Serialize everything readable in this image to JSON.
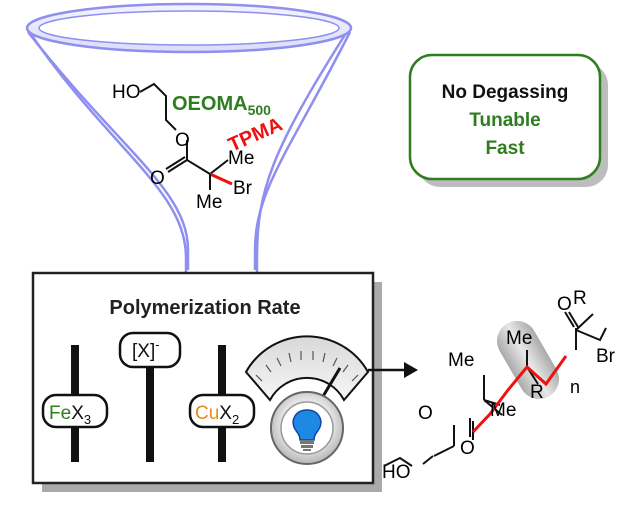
{
  "funnel": {
    "hydroxyl_label": "HO",
    "monomer_label": "OEOMA",
    "monomer_subscript": "500",
    "ligand_label": "TPMA",
    "carbonyl_o_label": "O",
    "ester_o_label": "O",
    "methyl_top_label": "Me",
    "methyl_bottom_label": "Me",
    "bromo_label": "Br"
  },
  "features": {
    "line1": "No Degassing",
    "line2": "Tunable",
    "line3": "Fast"
  },
  "rate_panel": {
    "title": "Polymerization Rate",
    "iron_label": "Fe",
    "iron_x": "X",
    "iron_sub": "3",
    "halide_label": "[X]",
    "halide_sup": "-",
    "copper_label": "Cu",
    "copper_x": "X",
    "copper_sub": "2"
  },
  "product": {
    "ester_o_label": "O",
    "ester_r_label": "R",
    "methyl_label": "Me",
    "bromo_label": "Br",
    "side_r_label": "R",
    "n_label": "n",
    "gem_me_top": "Me",
    "gem_me_bottom": "Me",
    "ester_o_link": "O",
    "carbonyl_o": "O",
    "hydroxyl_label": "HO"
  },
  "colors": {
    "funnel": "#8f8ff0",
    "green": "#2e7d1e",
    "red": "#ee1111",
    "orange": "#e88a1a",
    "panel_border": "#222222",
    "shadow": "#aaaaaa",
    "bulb": "#1e88e5"
  }
}
